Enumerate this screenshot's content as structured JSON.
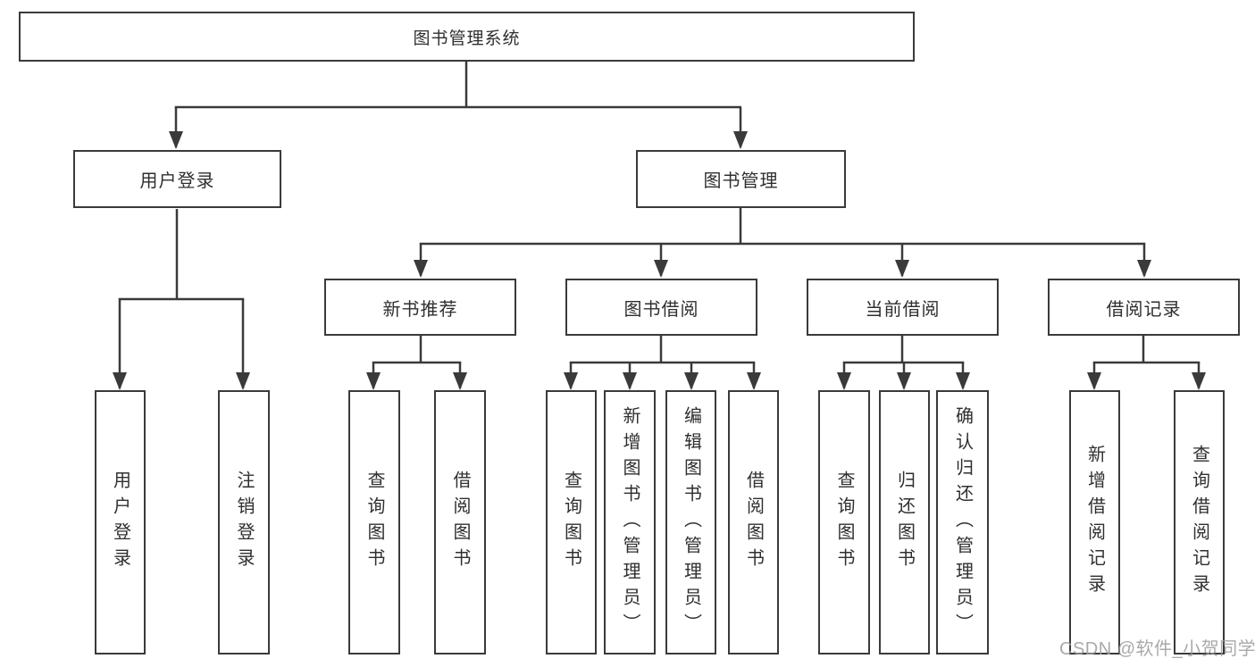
{
  "diagram": {
    "root": "图书管理系统",
    "level2": {
      "user_login": "用户登录",
      "book_mgmt": "图书管理"
    },
    "level3": {
      "new_books": "新书推荐",
      "borrowing": "图书借阅",
      "current": "当前借阅",
      "records": "借阅记录"
    },
    "leaves": {
      "login_1": "用户登录",
      "login_2": "注销登录",
      "new_books_1": "查询图书",
      "new_books_2": "借阅图书",
      "borrowing_1": "查询图书",
      "borrowing_2": "新增图书（管理员）",
      "borrowing_3": "编辑图书（管理员）",
      "borrowing_4": "借阅图书",
      "current_1": "查询图书",
      "current_2": "归还图书",
      "current_3": "确认归还（管理员）",
      "records_1": "新增借阅记录",
      "records_2": "查询借阅记录"
    }
  },
  "watermark": "CSDN @软件_小贺同学",
  "colors": {
    "line": "#3a3a3a",
    "box_border": "#3a3a3a",
    "box_fill": "#ffffff",
    "text": "#2f2f2f",
    "watermark": "#9e9e9e",
    "background": "#ffffff"
  }
}
